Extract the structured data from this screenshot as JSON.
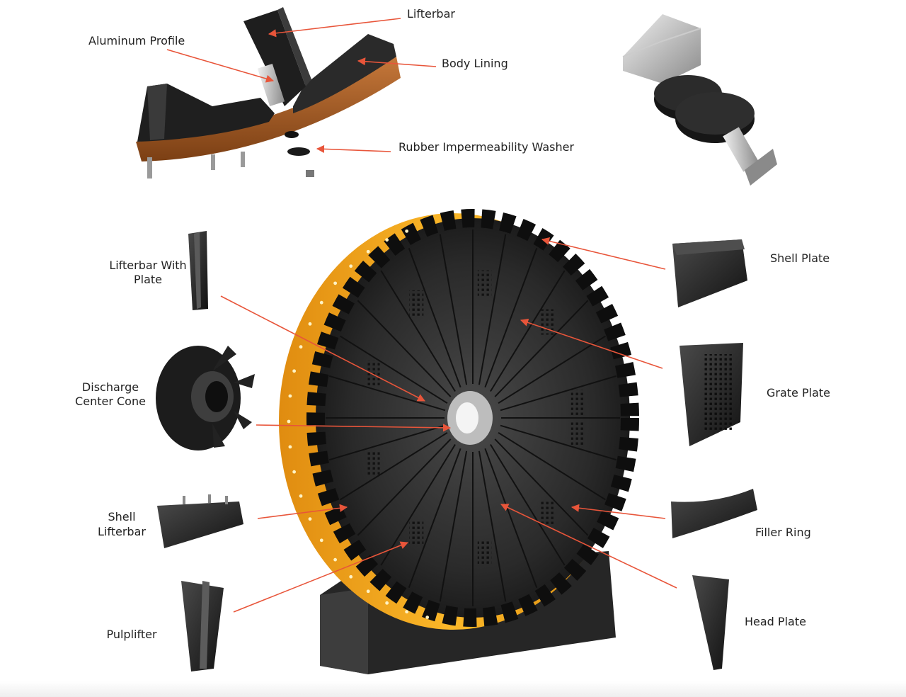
{
  "labels": {
    "lifterbar": "Lifterbar",
    "aluminum_profile": "Aluminum Profile",
    "body_lining": "Body Lining",
    "rubber_washer": "Rubber Impermeability Washer",
    "lifterbar_with_plate_1": "Lifterbar With",
    "lifterbar_with_plate_2": "Plate",
    "discharge_cone_1": "Discharge",
    "discharge_cone_2": "Center Cone",
    "shell_lifterbar_1": "Shell",
    "shell_lifterbar_2": "Lifterbar",
    "pulplifter": "Pulplifter",
    "shell_plate": "Shell Plate",
    "grate_plate": "Grate Plate",
    "filler_ring": "Filler Ring",
    "head_plate": "Head Plate"
  },
  "colors": {
    "accent_arrow": "#e8553a",
    "rubber": "#1c1c1c",
    "rubber_light": "#3a3a3a",
    "shell_yellow": "#f5a51c",
    "body_orange": "#b0632a"
  }
}
